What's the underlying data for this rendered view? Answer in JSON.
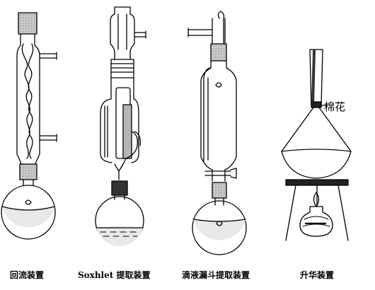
{
  "captions": {
    "reflux": "回流装置",
    "soxhlet": "Soxhlet 提取装置",
    "funnel": "滴液漏斗提取装置",
    "sublimation": "升华装置"
  },
  "labels": {
    "cotton": "棉花"
  },
  "colors": {
    "line": "#000000",
    "liquid": "#e8e8e8",
    "stopper": "#bdbdbd",
    "rod": "#333333"
  }
}
